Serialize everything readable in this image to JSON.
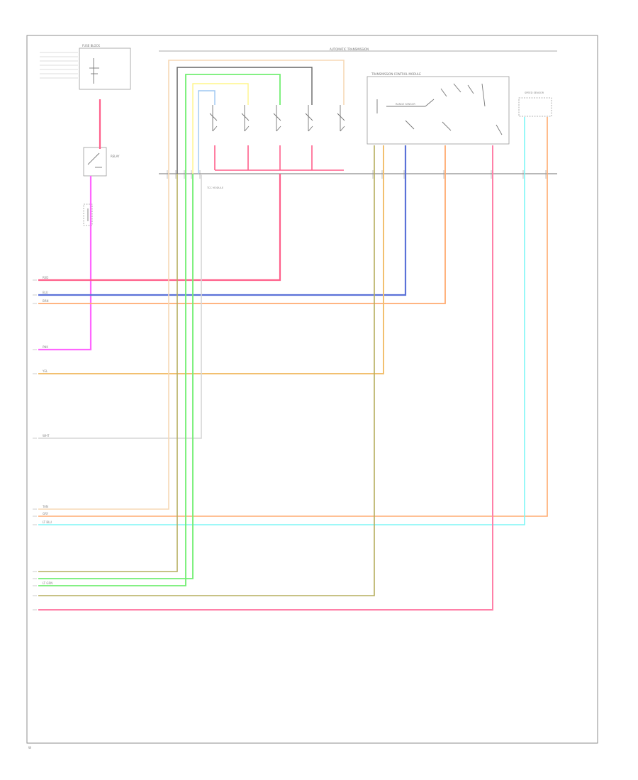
{
  "diagram": {
    "header_label": "AUTOMATIC TRANSMISSION",
    "footer_label": "W",
    "modules": {
      "fuse_block": "FUSE BLOCK",
      "relay": "RELAY",
      "tcm": "TRANSMISSION CONTROL MODULE",
      "range_sensor": "RANGE SENSOR",
      "tcc_module": "TCC MODULE",
      "speed_sensor": "SPEED SENSOR"
    },
    "wire_labels": {
      "red": "RED",
      "blu": "BLU",
      "brn": "BRN",
      "pnk": "PNK",
      "yel": "YEL",
      "wht": "WHT",
      "gry": "GRY",
      "lt_blu": "LT BLU",
      "lt_grn": "LT GRN",
      "tan": "TAN"
    },
    "colors": {
      "red": "#ff5f8a",
      "blue": "#5b72d8",
      "orange": "#ffab70",
      "magenta": "#ff66ff",
      "gold": "#f2c070",
      "gray": "#d6d6d6",
      "tan": "#f7d9b5",
      "cyan": "#7ef6f6",
      "olive": "#b6ad5e",
      "green": "#73ee73",
      "pink": "#ff80a8",
      "yellow": "#fff58a",
      "light_blue": "#9ec7f2",
      "dark": "#666666"
    }
  }
}
